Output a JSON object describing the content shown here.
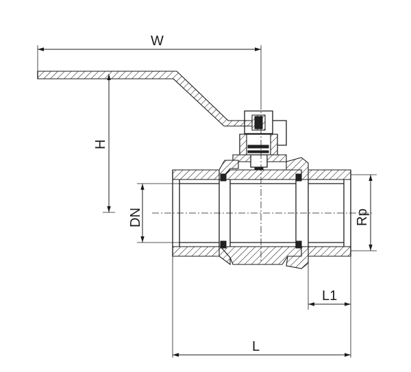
{
  "labels": {
    "W": "W",
    "H": "H",
    "DN": "DN",
    "Rp": "Rp",
    "L1": "L1",
    "L": "L"
  }
}
